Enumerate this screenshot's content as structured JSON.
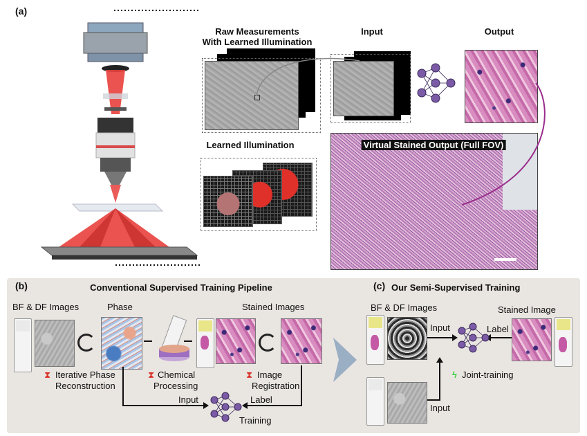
{
  "panel_a": {
    "label": "(a)",
    "raw_title_line1": "Raw Measurements",
    "raw_title_line2": "With Learned Illumination",
    "input_title": "Input",
    "output_title": "Output",
    "illum_title": "Learned Illumination",
    "full_fov_title": "Virtual Stained Output (Full FOV)"
  },
  "panel_b": {
    "label": "(b)",
    "title": "Conventional Supervised Training Pipeline",
    "bf_df": "BF & DF Images",
    "phase": "Phase",
    "stained": "Stained Images",
    "iter_line1": "Iterative Phase",
    "iter_line2": "Reconstruction",
    "chem_line1": "Chemical",
    "chem_line2": "Processing",
    "reg_line1": "Image",
    "reg_line2": "Registration",
    "input": "Input",
    "label_txt": "Label",
    "training": "Training"
  },
  "panel_c": {
    "label": "(c)",
    "title": "Our Semi-Supervised Training",
    "bf_df": "BF & DF Images",
    "stained": "Stained Image",
    "input1": "Input",
    "label_txt": "Label",
    "joint": "Joint-training",
    "input2": "Input"
  },
  "colors": {
    "panel_bg": "#e9e5e1",
    "beam_red": "#e8403c",
    "connector_purple": "#9a2c8c",
    "network_node": "#7b5aa6",
    "arrow_gray": "#9aaec4",
    "warning_red": "#d9342b",
    "lightning_green": "#3ccf3c"
  },
  "icons": [
    "hourglass-icon",
    "gear-cycle-icon",
    "lightning-icon",
    "neural-network-icon",
    "microscope-illustration"
  ]
}
